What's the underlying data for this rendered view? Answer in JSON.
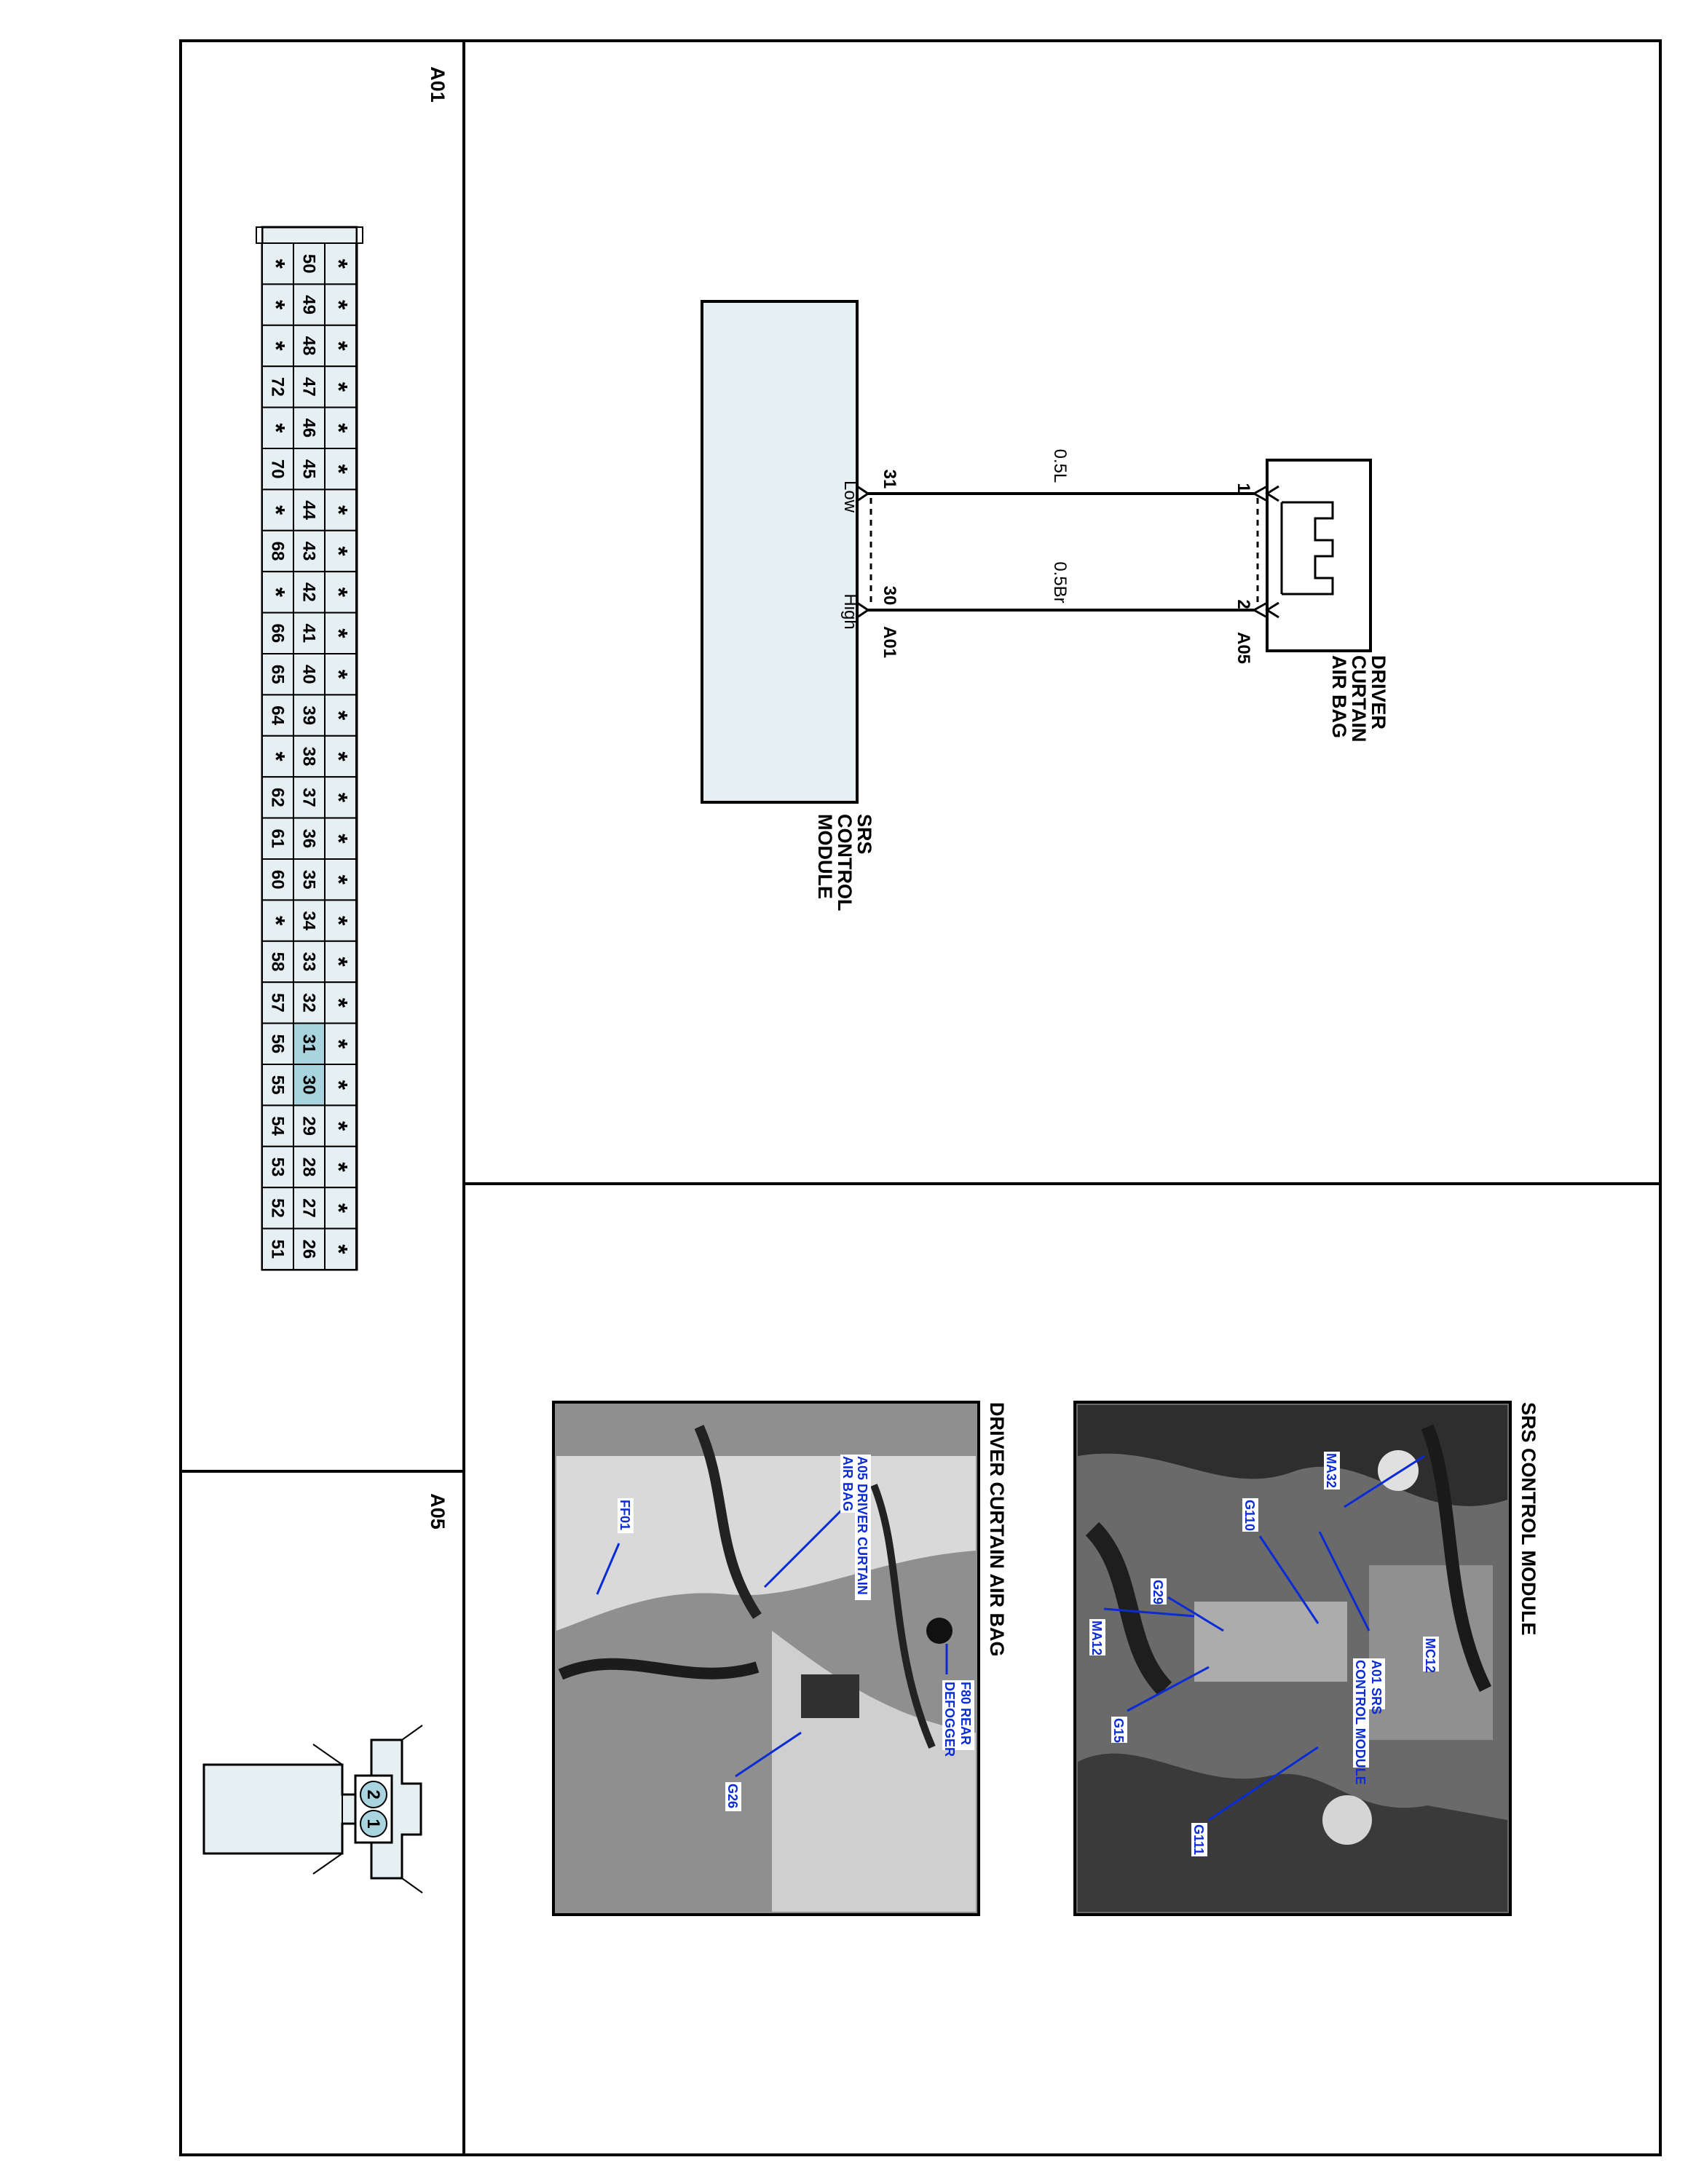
{
  "connector_panels": {
    "a01_title": "A01",
    "a05_title": "A05"
  },
  "a01_connector": {
    "row_top": [
      "*",
      "*",
      "*",
      "*",
      "*",
      "*",
      "*",
      "*",
      "*",
      "*",
      "*",
      "*",
      "*",
      "*",
      "*",
      "*",
      "*",
      "*",
      "*",
      "*",
      "*",
      "*",
      "*",
      "*",
      "*"
    ],
    "row_middle": [
      "50",
      "49",
      "48",
      "47",
      "46",
      "45",
      "44",
      "43",
      "42",
      "41",
      "40",
      "39",
      "38",
      "37",
      "36",
      "35",
      "34",
      "33",
      "32",
      "31",
      "30",
      "29",
      "28",
      "27",
      "26"
    ],
    "row_bottom": [
      "*",
      "*",
      "*",
      "72",
      "*",
      "70",
      "*",
      "68",
      "*",
      "66",
      "65",
      "64",
      "*",
      "62",
      "61",
      "60",
      "*",
      "58",
      "57",
      "56",
      "55",
      "54",
      "53",
      "52",
      "51"
    ],
    "highlighted_pins": [
      "31",
      "30"
    ],
    "highlight_color": "#a9d3df",
    "cell_color": "#e6f0f2"
  },
  "a05_connector": {
    "pins": [
      "2",
      "1"
    ],
    "highlight_color": "#a9d3df"
  },
  "schematic": {
    "airbag": {
      "name_lines": [
        "DRIVER",
        "CURTAIN",
        "AIR BAG"
      ],
      "connector": "A05",
      "pin_upper": "1",
      "pin_lower": "2"
    },
    "module": {
      "name_lines": [
        "SRS",
        "CONTROL",
        "MODULE"
      ],
      "connector": "A01",
      "pin_upper": "31",
      "pin_lower": "30",
      "label_upper": "Low",
      "label_lower": "High"
    },
    "wires": [
      {
        "label": "0.5L",
        "from": "A05-1",
        "to": "A01-31"
      },
      {
        "label": "0.5Br",
        "from": "A05-2",
        "to": "A01-30"
      }
    ]
  },
  "photos": {
    "srs_module": {
      "title": "SRS CONTROL MODULE",
      "callouts": [
        "MC12",
        "A01 SRS",
        "CONTROL MODULE",
        "MA32",
        "G110",
        "G29",
        "MA12",
        "G15",
        "G111"
      ]
    },
    "curtain_airbag": {
      "title": "DRIVER CURTAIN AIR BAG",
      "callouts": [
        "A05 DRIVER CURTAIN",
        "AIR BAG",
        "F80 REAR",
        "DEFOGGER",
        "FF01",
        "G26"
      ]
    }
  },
  "colors": {
    "module_fill": "#e6f0f2",
    "callout_blue": "#0a2bd6"
  }
}
